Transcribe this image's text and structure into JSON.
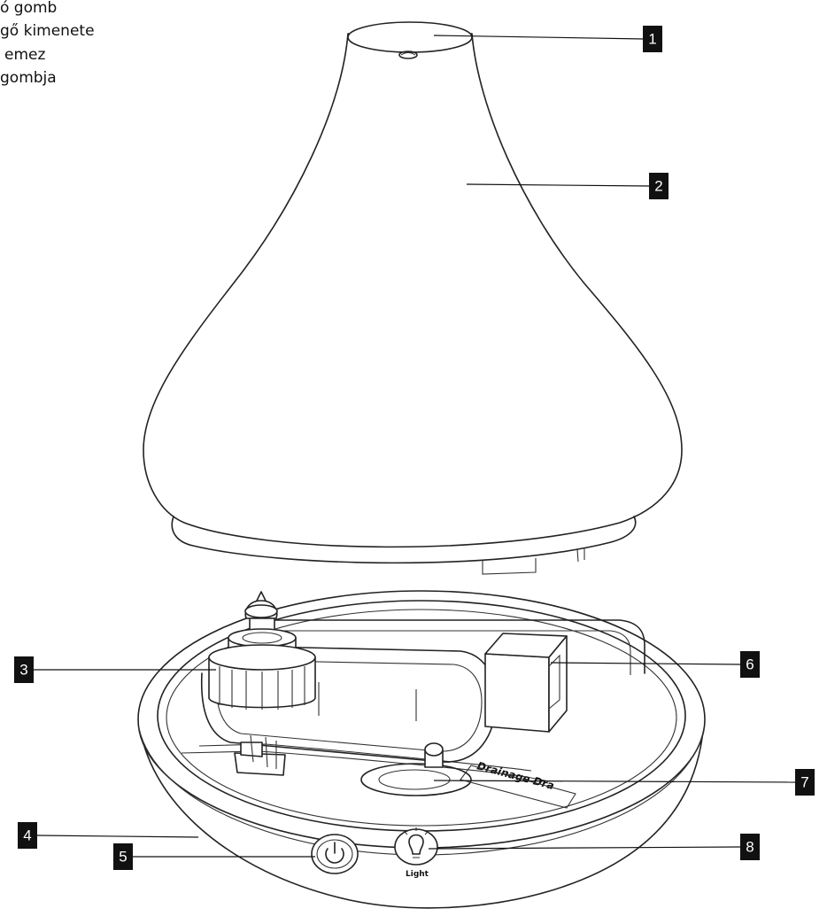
{
  "legend": {
    "lines": [
      "ó gomb",
      "gő kimenete",
      "emez",
      "gombja"
    ]
  },
  "callouts": [
    {
      "number": "1"
    },
    {
      "number": "2"
    },
    {
      "number": "3"
    },
    {
      "number": "4"
    },
    {
      "number": "5"
    },
    {
      "number": "6"
    },
    {
      "number": "7"
    },
    {
      "number": "8"
    }
  ],
  "device_labels": {
    "light_button": "Light",
    "base_printing": "Drainage  Dra"
  },
  "colors": {
    "line": "#222222",
    "callout_box": "#111111",
    "callout_text": "#ffffff"
  }
}
